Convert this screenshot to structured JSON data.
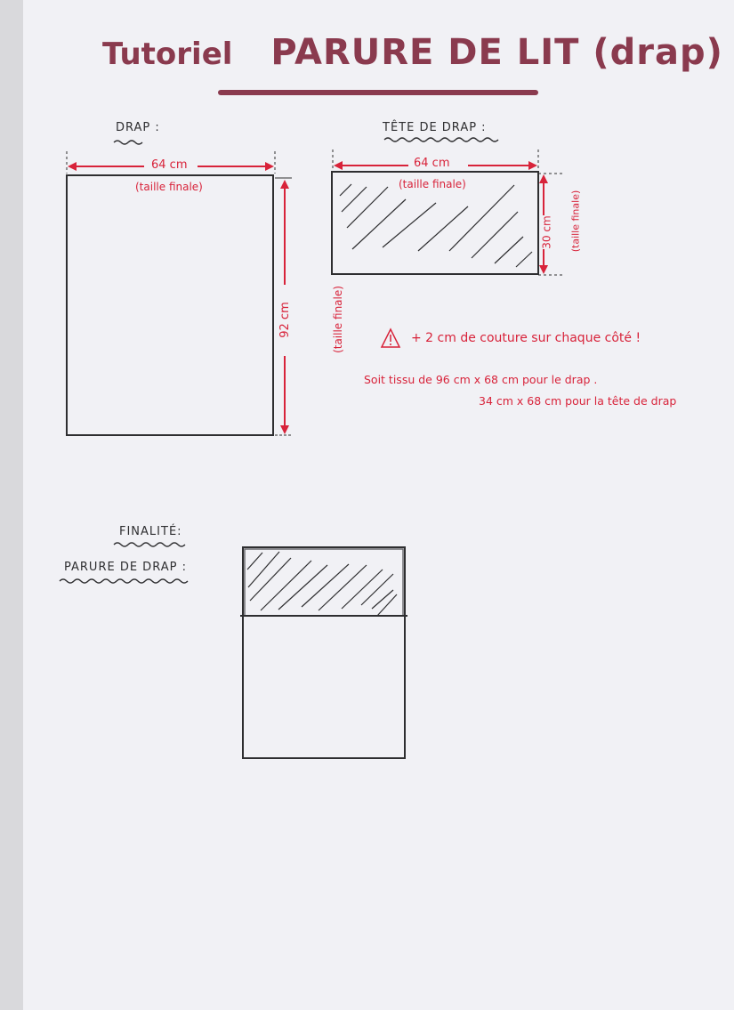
{
  "title": {
    "prefix": "Tutoriel",
    "main": "PARURE DE LIT (drap)"
  },
  "colors": {
    "title": "#8a3a4e",
    "annotation": "#d8233a",
    "ink": "#2e2e30",
    "paper": "#f1f1f5"
  },
  "drap": {
    "label": "DRAP :",
    "width": "64 cm",
    "width_note": "(taille finale)",
    "height": "92 cm",
    "height_note": "(taille finale)"
  },
  "tete_de_drap": {
    "label": "TÊTE DE DRAP :",
    "width": "64 cm",
    "width_note": "(taille finale)",
    "height": "30 cm",
    "height_note": "(taille finale)"
  },
  "notes": {
    "warning_icon": "warning-triangle-icon",
    "seam": "+ 2 cm de couture sur chaque côté !",
    "fabric_line1": "Soit tissu de  96 cm x 68 cm  pour le drap .",
    "fabric_line2": "34 cm x 68 cm  pour la tête de drap"
  },
  "finalite": {
    "label": "FINALITÉ:",
    "sublabel": "PARURE DE DRAP :"
  }
}
